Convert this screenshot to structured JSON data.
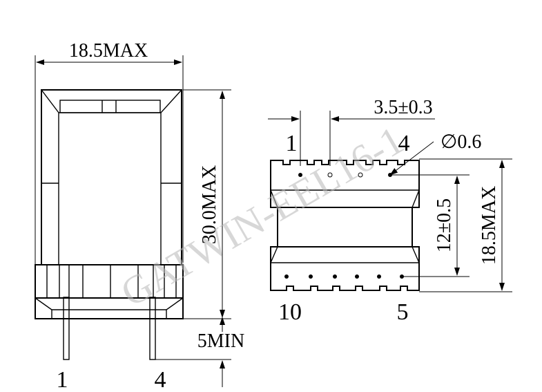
{
  "dimensions": {
    "width_top": "18.5MAX",
    "height_left": "30.0MAX",
    "pin_length": "5MIN",
    "pin_pitch": "3.5±0.3",
    "pin_diameter": "∅0.6",
    "row_spacing": "12±0.5",
    "width_right": "18.5MAX"
  },
  "pins": {
    "left_view_first": "1",
    "left_view_last": "4",
    "right_view_top_first": "1",
    "right_view_top_last": "4",
    "right_view_bottom_first": "10",
    "right_view_bottom_last": "5"
  },
  "watermark": "GATWIN-EEL16-1"
}
